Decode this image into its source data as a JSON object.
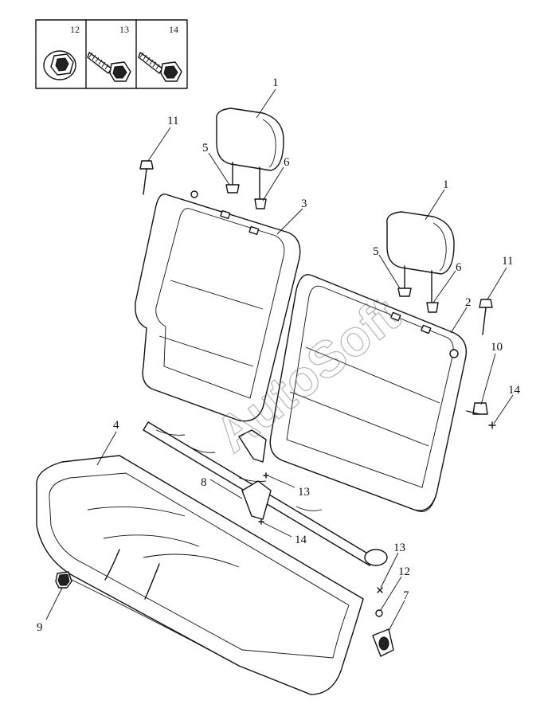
{
  "inset": {
    "labels": [
      "12",
      "13",
      "14"
    ]
  },
  "callouts": {
    "headrest_left": "1",
    "headrest_right": "1",
    "guide_left_a": "5",
    "guide_left_b": "6",
    "guide_right_a": "5",
    "guide_right_b": "6",
    "backrest_left": "3",
    "backrest_right": "2",
    "bolt_left": "11",
    "bolt_right": "11",
    "cushion": "4",
    "frame": "8",
    "bolt_mid": "13",
    "nut_mid": "14",
    "pivot": "10",
    "pivot_nut": "14",
    "bolt_lower": "13",
    "nut_lower": "12",
    "bracket": "7",
    "clip": "9"
  },
  "watermark": "AutoSoft",
  "colors": {
    "line": "#111111",
    "watermark": "#777777"
  }
}
